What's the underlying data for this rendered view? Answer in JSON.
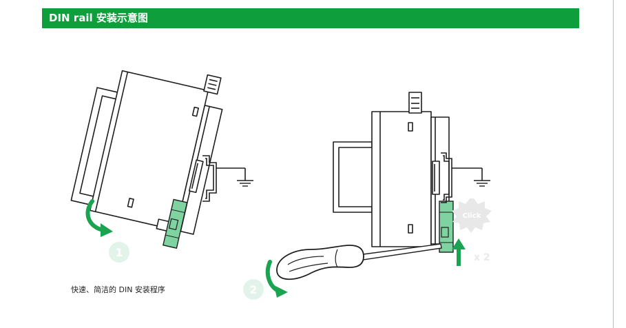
{
  "header": {
    "title": "DIN rail 安装示意图"
  },
  "caption": "快速、简洁的 DIN 安装程序",
  "steps": [
    {
      "number": "1"
    },
    {
      "number": "2"
    }
  ],
  "click_badge": "Click",
  "times_label": "x 2",
  "colors": {
    "brand_green": "#0e9e3c",
    "clip_green": "#7fd3a0",
    "arrow_green": "#1aa351",
    "step_circle": "#e2f4e9",
    "click_badge": "#e8e8e8"
  }
}
